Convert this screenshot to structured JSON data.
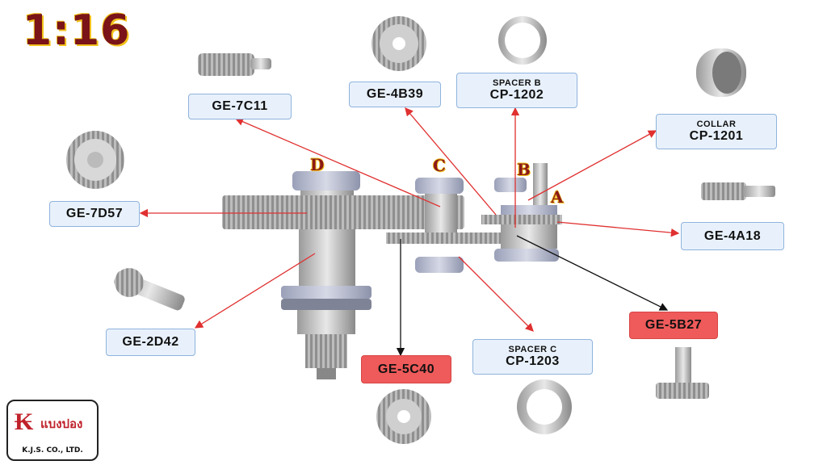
{
  "ratio": "1:16",
  "positions": {
    "a": "A",
    "b": "B",
    "c": "C",
    "d": "D"
  },
  "parts": [
    {
      "code": "GE-7C11",
      "sub": ""
    },
    {
      "code": "GE-4B39",
      "sub": ""
    },
    {
      "code": "CP-1202",
      "sub": "SPACER B"
    },
    {
      "code": "CP-1201",
      "sub": "COLLAR"
    },
    {
      "code": "GE-7D57",
      "sub": ""
    },
    {
      "code": "GE-4A18",
      "sub": ""
    },
    {
      "code": "GE-2D42",
      "sub": ""
    },
    {
      "code": "GE-5B27",
      "sub": ""
    },
    {
      "code": "GE-5C40",
      "sub": ""
    },
    {
      "code": "CP-1203",
      "sub": "SPACER C"
    }
  ],
  "logo": {
    "thai": "แบงปอง",
    "company": "K.J.S. CO., LTD."
  },
  "colors": {
    "ratio": "#7a1418",
    "label_bg": "#e8f1fb",
    "highlight": "#ef5a5a",
    "arrow_red": "#e03030",
    "arrow_black": "#111111"
  }
}
